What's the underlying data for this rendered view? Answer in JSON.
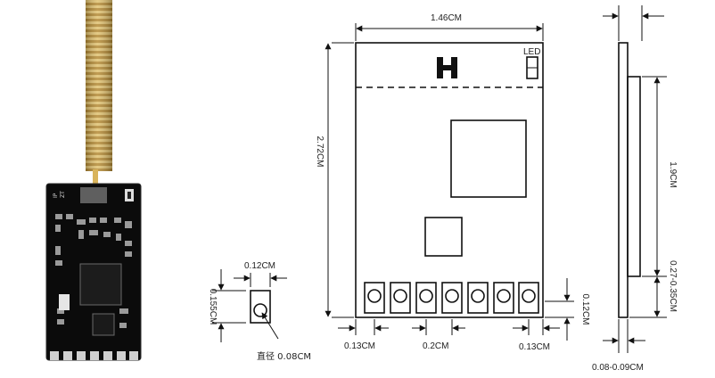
{
  "dimensions": {
    "width": "1.46CM",
    "height": "2.72CM",
    "antenna_section": "1.9CM",
    "thickness_range": "0.27-0.35CM",
    "board_thickness": "0.08-0.09CM",
    "pin_offset_left": "0.13CM",
    "pin_pitch": "0.2CM",
    "pin_offset_right": "0.13CM",
    "pad_height": "0.12CM",
    "pad_width": "0.12CM",
    "pad_length": "0.155CM",
    "hole_diameter": "直径 0.08CM"
  },
  "labels": {
    "led": "LED",
    "silk_left": "IP",
    "silk_right": "ZT"
  },
  "colors": {
    "pcb": "#0b0b0b",
    "antenna": "#c9a24a",
    "shield": "#ececec"
  }
}
